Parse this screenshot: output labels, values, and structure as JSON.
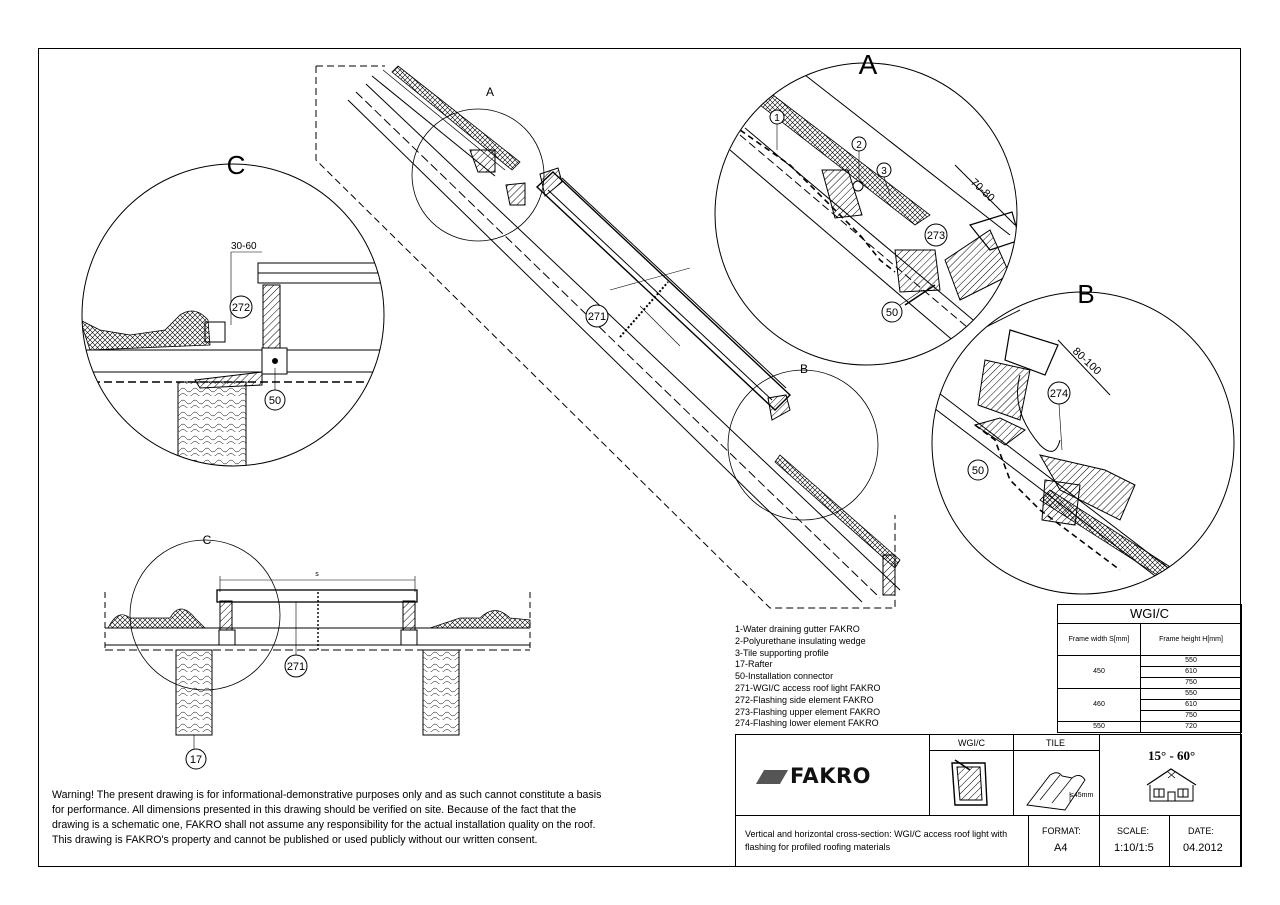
{
  "product": "WGI/C",
  "details": {
    "a": "A",
    "b": "B",
    "c": "C"
  },
  "callouts": {
    "n1": "1",
    "n2": "2",
    "n3": "3",
    "n17": "17",
    "n50": "50",
    "n271": "271",
    "n272": "272",
    "n273": "273",
    "n274": "274"
  },
  "dimensions": {
    "d_70_80": "70-80",
    "d_80_100": "80-100",
    "d_30_60": "30-60",
    "s": "s",
    "tile_max": "≤45mm"
  },
  "legend": [
    "1-Water draining gutter FAKRO",
    "2-Polyurethane insulating wedge",
    "3-Tile supporting profile",
    "17-Rafter",
    "50-Installation connector",
    "271-WGI/C access roof light FAKRO",
    "272-Flashing side element FAKRO",
    "273-Flashing upper element FAKRO",
    "274-Flashing lower element FAKRO"
  ],
  "spec_table": {
    "title": "WGI/C",
    "col_width": "Frame width S[mm]",
    "col_height": "Frame height H[mm]",
    "w1": "450",
    "w2": "460",
    "w3": "550",
    "h1": "550",
    "h2": "610",
    "h3": "750",
    "h4": "550",
    "h5": "610",
    "h6": "750",
    "h7": "720"
  },
  "title_block": {
    "brand": "FAKRO",
    "col_product": "WGI/C",
    "col_tile": "TILE",
    "angle": "15° - 60°",
    "description": "Vertical and horizontal cross-section: WGI/C access roof light with flashing for profiled roofing materials",
    "format_label": "FORMAT:",
    "format_value": "A4",
    "scale_label": "SCALE:",
    "scale_value": "1:10/1:5",
    "date_label": "DATE:",
    "date_value": "04.2012"
  },
  "warning": "Warning! The present drawing is for informational-demonstrative purposes only and as such cannot constitute a basis for performance. All dimensions presented in this drawing should be verified on site. Because of the fact that the drawing is a schematic one, FAKRO shall not assume any responsibility for the actual installation quality on the roof. This drawing is FAKRO's property and cannot be published  or used publicly without our written consent."
}
